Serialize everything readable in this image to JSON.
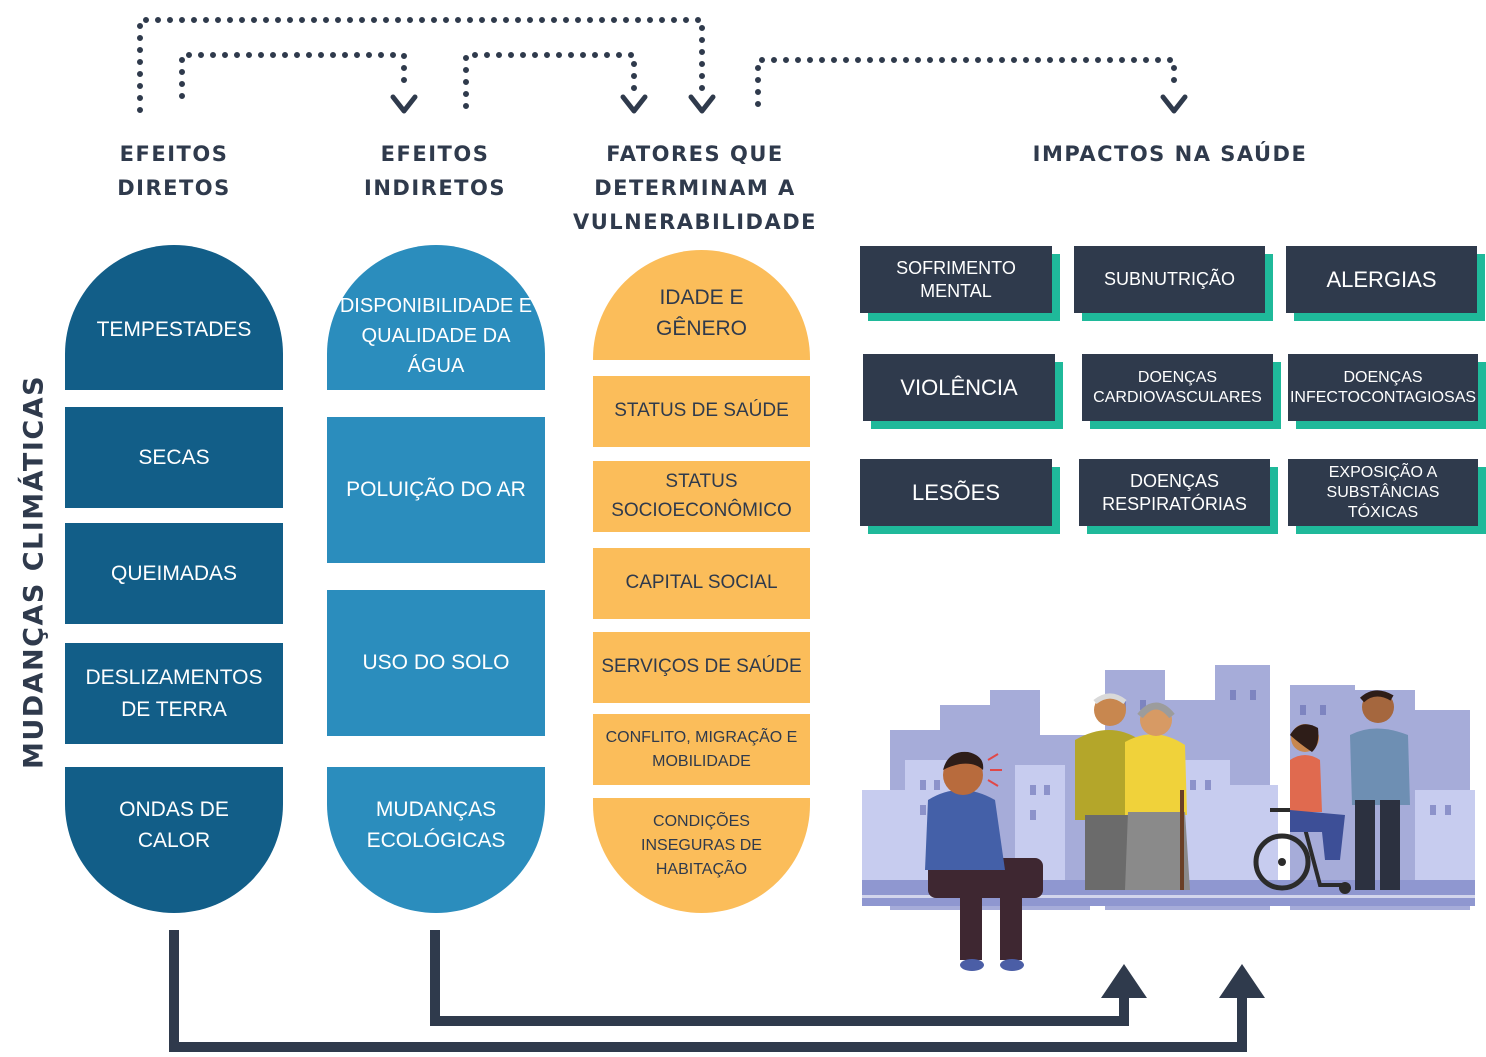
{
  "side_title": "MUDANÇAS CLIMÁTICAS",
  "headers": {
    "direct": [
      "EFEITOS",
      "DIRETOS"
    ],
    "indirect": [
      "EFEITOS",
      "INDIRETOS"
    ],
    "factors": [
      "FATORES QUE",
      "DETERMINAM A",
      "VULNERABILIDADE"
    ],
    "impacts": [
      "IMPACTOS NA SAÚDE"
    ]
  },
  "direct_effects": [
    "TEMPESTADES",
    "SECAS",
    "QUEIMADAS",
    "DESLIZAMENTOS\nDE TERRA",
    "ONDAS DE\nCALOR"
  ],
  "indirect_effects": [
    "DISPONIBILIDADE E\nQUALIDADE DA\nÁGUA",
    "POLUIÇÃO DO AR",
    "USO DO SOLO",
    "MUDANÇAS\nECOLÓGICAS"
  ],
  "vulnerability_factors": [
    "IDADE E\nGÊNERO",
    "STATUS DE SAÚDE",
    "STATUS\nSOCIOECONÔMICO",
    "CAPITAL SOCIAL",
    "SERVIÇOS DE SAÚDE",
    "CONFLITO, MIGRAÇÃO E\nMOBILIDADE",
    "CONDIÇÕES\nINSEGURAS DE\nHABITAÇÃO"
  ],
  "health_impacts": [
    "SOFRIMENTO\nMENTAL",
    "SUBNUTRIÇÃO",
    "ALERGIAS",
    "VIOLÊNCIA",
    "DOENÇAS\nCARDIOVASCULARES",
    "DOENÇAS\nINFECTOCONTAGIOSAS",
    "LESÕES",
    "DOENÇAS\nRESPIRATÓRIAS",
    "EXPOSIÇÃO A\nSUBSTÂNCIAS TÓXICAS"
  ],
  "colors": {
    "direct": "#125e88",
    "indirect": "#2b8dbd",
    "factors": "#fbbd5a",
    "impact_box": "#2f3a4c",
    "impact_shadow": "#1fb99a",
    "arrows": "#2f3a4c"
  }
}
